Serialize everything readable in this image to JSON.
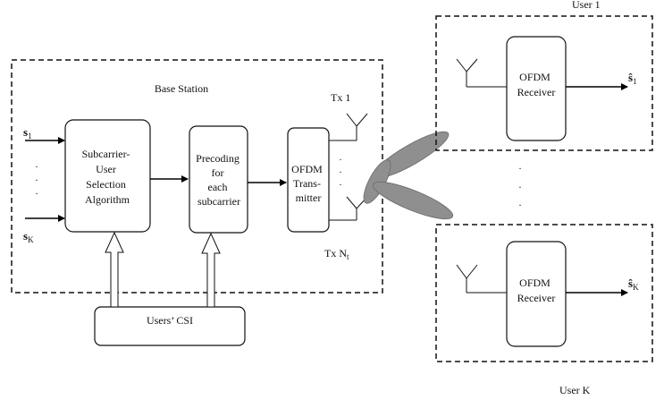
{
  "base_station": {
    "label": "Base Station"
  },
  "inputs": {
    "first": {
      "symbol": "s",
      "subscript": "1"
    },
    "last": {
      "symbol": "s",
      "subscript": "K"
    },
    "ellipsis": "·"
  },
  "blocks": {
    "selection": {
      "lines": [
        "Subcarrier-",
        "User",
        "Selection",
        "Algorithm"
      ]
    },
    "precoding": {
      "lines": [
        "Precoding",
        "for",
        "each",
        "subcarrier"
      ]
    },
    "ofdm_tx": {
      "lines": [
        "OFDM",
        "Trans-",
        "mitter"
      ]
    },
    "csi": {
      "label": "Users’ CSI"
    }
  },
  "antennas": {
    "tx_first": {
      "prefix": "Tx 1",
      "subscript": ""
    },
    "tx_last": {
      "prefix": "Tx N",
      "subscript": "t"
    }
  },
  "users": [
    {
      "label": "User 1",
      "receiver_lines": [
        "OFDM",
        "Receiver"
      ],
      "output_symbol": "ŝ",
      "output_subscript": "1"
    },
    {
      "label": "User K",
      "receiver_lines": [
        "OFDM",
        "Receiver"
      ],
      "output_symbol": "ŝ",
      "output_subscript": "K"
    }
  ]
}
